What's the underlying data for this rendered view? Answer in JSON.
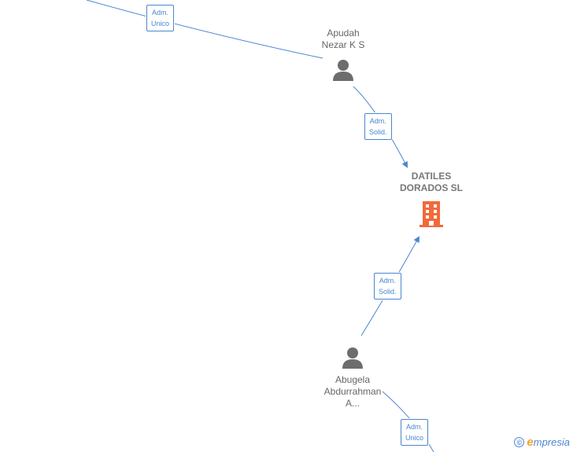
{
  "nodes": {
    "apudah": {
      "name_line1": "Apudah",
      "name_line2": "Nezar K S",
      "type": "person"
    },
    "datiles": {
      "name_line1": "DATILES",
      "name_line2": "DORADOS SL",
      "type": "company"
    },
    "abugela": {
      "name_line1": "Abugela",
      "name_line2": "Abdurrahman",
      "name_line3": "A...",
      "type": "person"
    }
  },
  "edges": {
    "top_offscreen": {
      "line1": "Adm.",
      "line2": "Unico"
    },
    "apudah_to_datiles": {
      "line1": "Adm.",
      "line2": "Solid."
    },
    "abugela_to_datiles": {
      "line1": "Adm.",
      "line2": "Solid."
    },
    "bottom_offscreen": {
      "line1": "Adm.",
      "line2": "Unico"
    }
  },
  "watermark": {
    "copyright": "©",
    "brand_initial": "e",
    "brand_rest": "mpresia"
  },
  "colors": {
    "edge": "#4a86d0",
    "person_icon": "#6d6d6d",
    "company_icon": "#f26a3b",
    "label_text": "#666666"
  }
}
